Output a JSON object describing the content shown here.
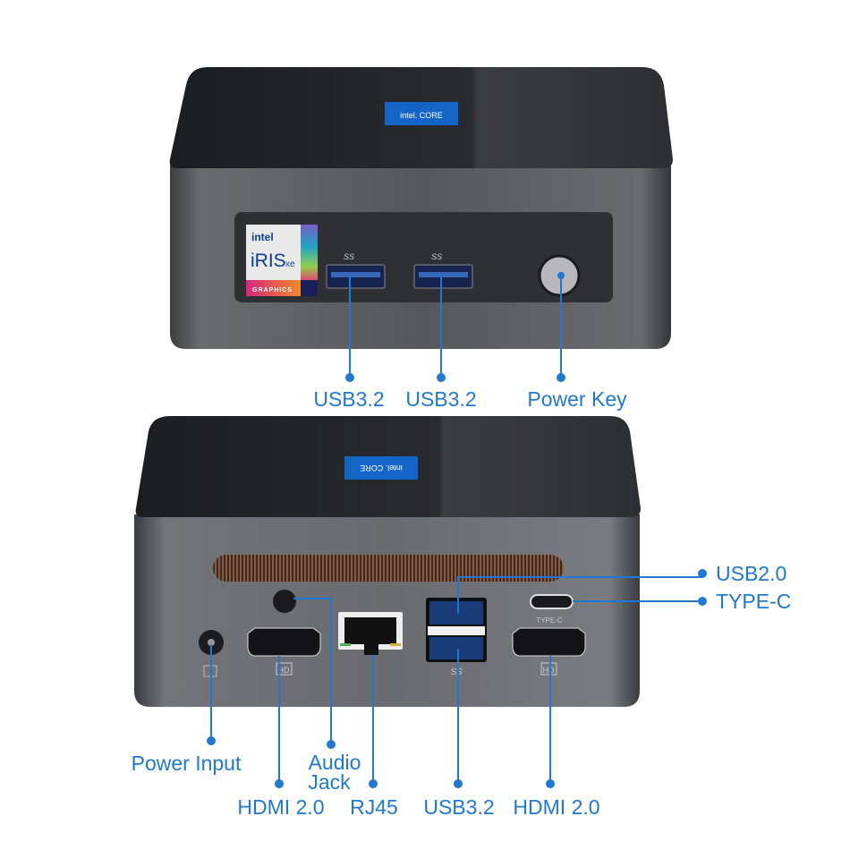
{
  "colors": {
    "accent": "#1e78d4",
    "body": "#5a5b5f",
    "top": "#222326"
  },
  "front_view": {
    "badge_top": "intel. CORE",
    "sticker": {
      "brand": "intel",
      "product": "iRIS",
      "suffix": "xe",
      "footer": "GRAPHICS"
    },
    "port_marks": [
      "SS",
      "SS"
    ],
    "labels": {
      "usb_left": "USB3.2",
      "usb_right": "USB3.2",
      "power_key": "Power Key"
    }
  },
  "rear_view": {
    "badge_top": "intel. CORE",
    "port_marks": {
      "typec": "TYPE-C",
      "hdmi_left": "HD",
      "hdmi_right": "HD",
      "usb": "SS"
    },
    "labels": {
      "usb2": "USB2.0",
      "typec": "TYPE-C",
      "power_input": "Power Input",
      "audio_line1": "Audio",
      "audio_line2": "Jack",
      "hdmi_left": "HDMI 2.0",
      "rj45": "RJ45",
      "usb3": "USB3.2",
      "hdmi_right": "HDMI 2.0"
    }
  }
}
